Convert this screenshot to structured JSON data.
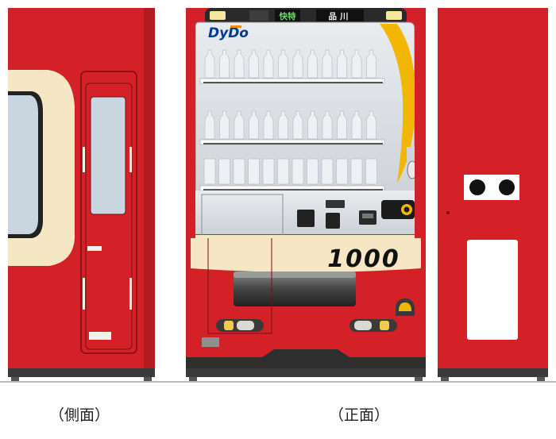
{
  "brand": "DyDo",
  "train_number": "1000",
  "destination": {
    "type": "快特",
    "station": "品川"
  },
  "captions": {
    "side": "（側面）",
    "front": "（正面）"
  },
  "colors": {
    "body_red": "#d42127",
    "dark_red": "#a8151b",
    "cream": "#f5e6c4",
    "panel": "#dfe3e8",
    "brand_blue": "#003d8f",
    "brand_orange": "#f08a00",
    "accent_yellow": "#f2b705",
    "rail_gray": "#555555"
  }
}
